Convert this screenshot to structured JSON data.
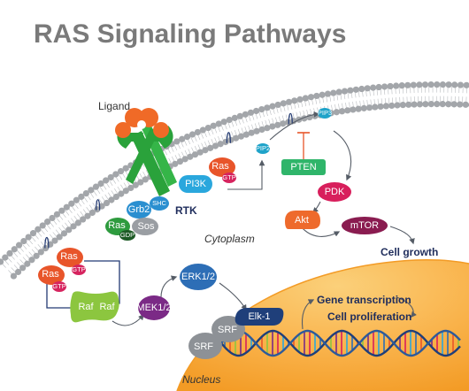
{
  "title": "RAS Signaling Pathways",
  "labels": {
    "ligand": "Ligand",
    "rtk": "RTK",
    "cytoplasm": "Cytoplasm",
    "nucleus": "Nucleus",
    "cell_growth": "Cell growth",
    "gene_transcription": "Gene transcription",
    "cell_proliferation": "Cell proliferation"
  },
  "proteins": {
    "ras_top": "Ras",
    "gtp_top": "GTP",
    "pi3k": "PI3K",
    "pip2": "PIP2",
    "pip3": "PIP3",
    "pten": "PTEN",
    "pdk": "PDK",
    "akt": "Akt",
    "mtor": "mTOR",
    "grb2": "Grb2",
    "shc": "SHC",
    "sos": "Sos",
    "ras_gdp": "Ras",
    "gdp": "GDP",
    "ras_left_a": "Ras",
    "gtp_left_a": "GTP",
    "ras_left_b": "Ras",
    "gtp_left_b": "GTP",
    "raf_a": "Raf",
    "raf_b": "Raf",
    "mek": "MEK1/2",
    "erk": "ERK1/2",
    "elk1": "Elk-1",
    "srf_a": "SRF",
    "srf_b": "SRF"
  },
  "colors": {
    "ras": "#e8552a",
    "gtp": "#d6245f",
    "pi3k": "#2aa7dd",
    "pip": "#1fa3c9",
    "pten": "#2fb56a",
    "pdk": "#d81f5c",
    "akt": "#ee6a2c",
    "mtor": "#8a1c50",
    "grb2": "#2a8fd0",
    "sos": "#9a9ea3",
    "ras_green": "#2e9b3e",
    "gdp": "#1d5a25",
    "raf": "#8cc63f",
    "mek": "#7b2a86",
    "erk": "#2d6eb6",
    "elk1": "#1f3f7a",
    "srf": "#8d9196",
    "receptor": "#2aa23b",
    "ligand": "#f06a27",
    "nucleus": "#f7a83a",
    "title": "#7a7a7a"
  }
}
